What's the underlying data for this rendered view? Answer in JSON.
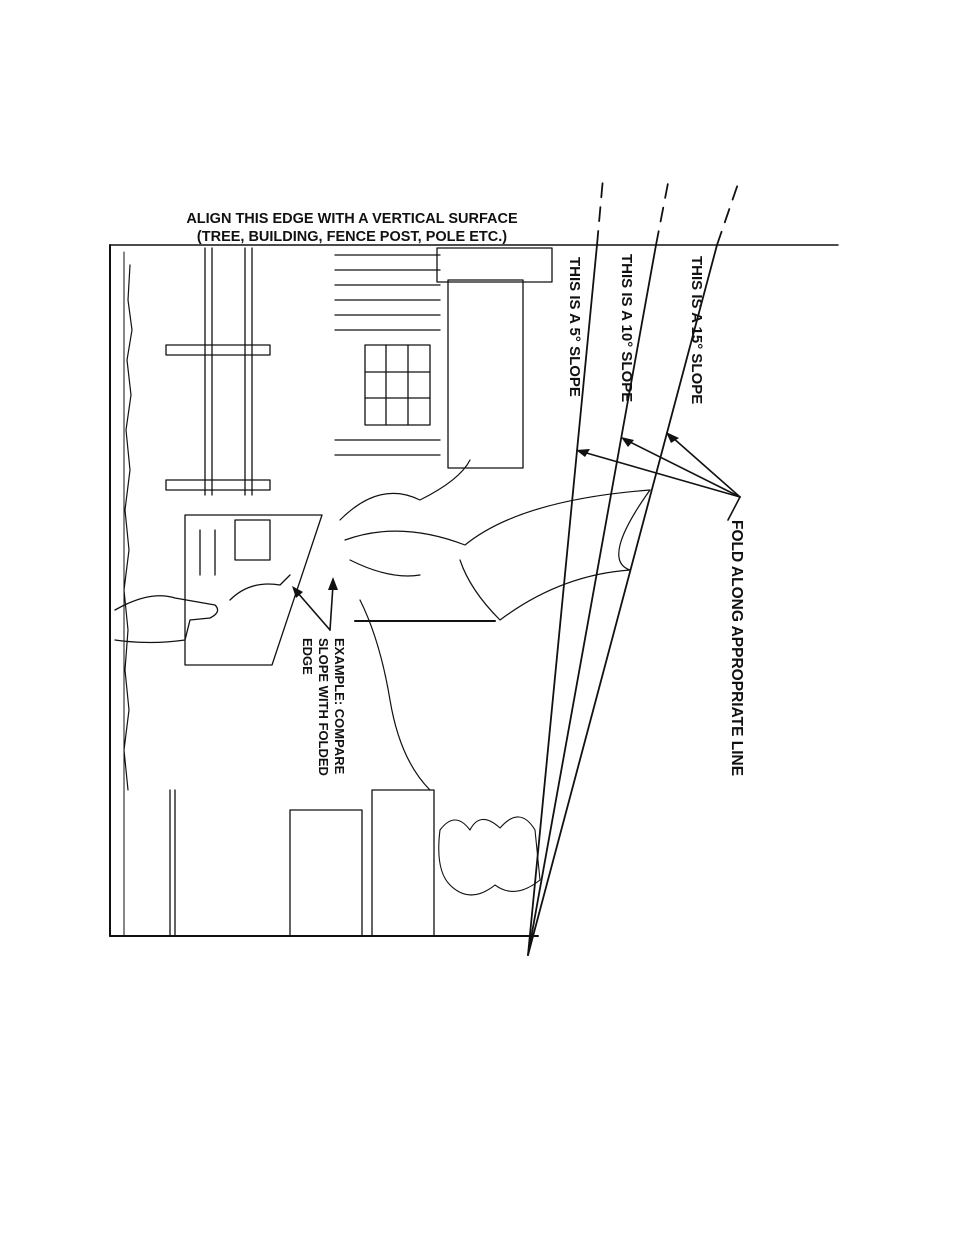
{
  "header": {
    "line1": "ALIGN THIS EDGE WITH A VERTICAL SURFACE",
    "line2": "(TREE, BUILDING, FENCE POST, POLE ETC.)"
  },
  "slopes": [
    {
      "label": "THIS IS A 5° SLOPE",
      "degrees": 5
    },
    {
      "label": "THIS IS A 10° SLOPE",
      "degrees": 10
    },
    {
      "label": "THIS IS A 15° SLOPE",
      "degrees": 15
    }
  ],
  "fold_instruction": "FOLD ALONG APPROPRIATE LINE",
  "example": {
    "line1": "EXAMPLE: COMPARE",
    "line2": "SLOPE WITH FOLDED",
    "line3": "EDGE"
  }
}
